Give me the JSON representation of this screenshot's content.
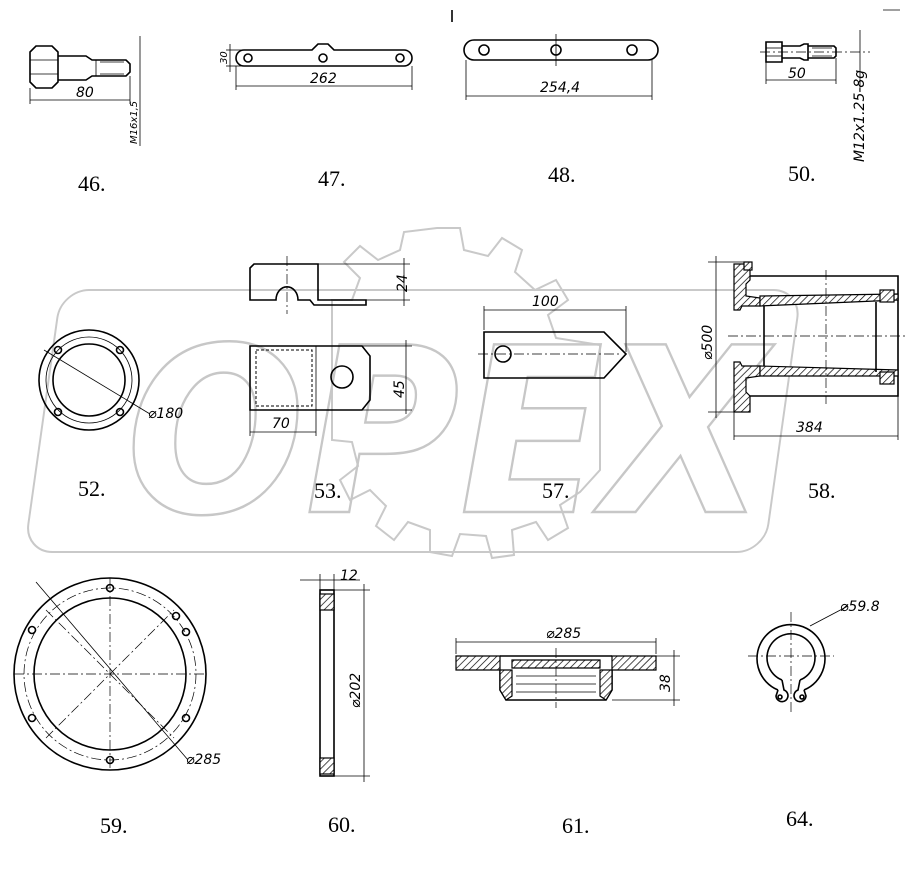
{
  "watermark": {
    "text": "OPEX"
  },
  "parts": [
    {
      "number": "46.",
      "dims": [
        "80",
        "M16x1,5"
      ]
    },
    {
      "number": "47.",
      "dims": [
        "262",
        "30"
      ]
    },
    {
      "number": "48.",
      "dims": [
        "254,4"
      ]
    },
    {
      "number": "50.",
      "dims": [
        "50",
        "M12x1.25-8g"
      ]
    },
    {
      "number": "52.",
      "dims": [
        "⌀180"
      ]
    },
    {
      "number": "53.",
      "dims": [
        "24",
        "45",
        "70"
      ]
    },
    {
      "number": "57.",
      "dims": [
        "100"
      ]
    },
    {
      "number": "58.",
      "dims": [
        "⌀500",
        "384"
      ]
    },
    {
      "number": "59.",
      "dims": [
        "⌀285"
      ]
    },
    {
      "number": "60.",
      "dims": [
        "12",
        "⌀202"
      ]
    },
    {
      "number": "61.",
      "dims": [
        "⌀285",
        "38"
      ]
    },
    {
      "number": "64.",
      "dims": [
        "⌀59.8"
      ]
    }
  ]
}
